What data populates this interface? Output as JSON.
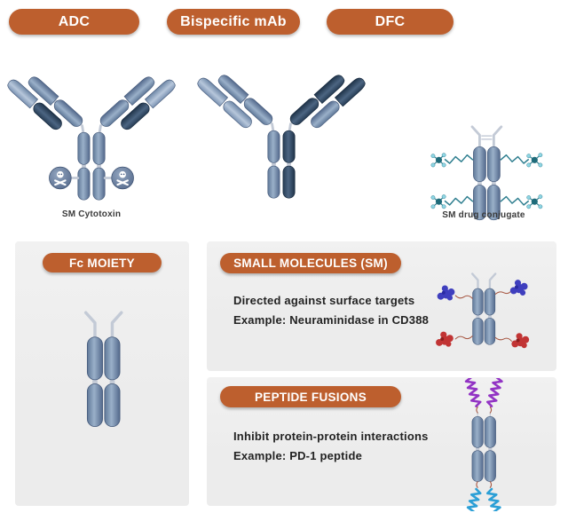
{
  "header": {
    "pills": [
      {
        "label": "ADC"
      },
      {
        "label": "Bispecific mAb"
      },
      {
        "label": "DFC"
      }
    ]
  },
  "figures": {
    "adc": {
      "caption": "SM Cytotoxin"
    },
    "dfc": {
      "caption": "SM drug conjugate"
    }
  },
  "panels": {
    "fc_moiety": {
      "title": "Fc MOIETY"
    },
    "small_molecules": {
      "title": "SMALL MOLECULES (SM)",
      "lines": [
        "Directed against surface targets",
        "Example: Neuraminidase in CD388"
      ]
    },
    "peptide_fusions": {
      "title": "PEPTIDE FUSIONS",
      "lines": [
        "Inhibit protein-protein interactions",
        "Example: PD-1 peptide"
      ]
    }
  },
  "colors": {
    "accent": "#BD5F2E",
    "panel_bg": "#ECECEC",
    "body_text": "#232323",
    "caption_text": "#3A3A3A",
    "antibody_light": "#B7C7DB",
    "antibody_mid": "#8CA2C2",
    "antibody_dark": "#32495F",
    "hinge_gray": "#C3CAD6",
    "toxin_sphere": "#5B6F8F",
    "molecule_center": "#1F6B7A",
    "molecule_atom": "#8FD6E4",
    "molecule_bond": "#2E7E8F",
    "blob_blue": "#3F3FBE",
    "blob_red": "#C13434",
    "helix_purple": "#9233C4",
    "helix_cyan": "#2B9FD6"
  }
}
